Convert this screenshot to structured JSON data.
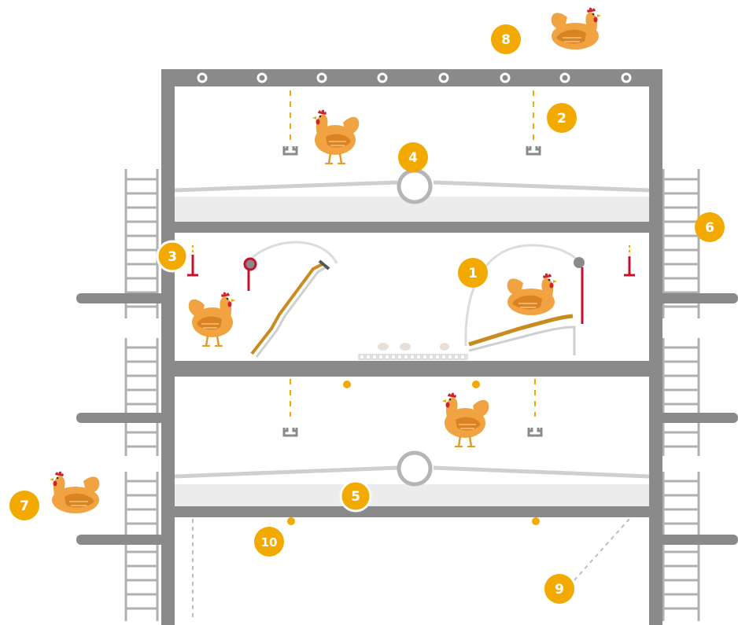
{
  "colors": {
    "frame": "#8a8a8a",
    "rail": "#cfcfcf",
    "belt": "#ececec",
    "badge": "#f2a900",
    "hen_body": "#f0a340",
    "hen_wing": "#d98322",
    "comb": "#d0222d",
    "drinker": "#c8102e",
    "feeder": "#8a8a8a",
    "dashed": "#bdbdbd",
    "nest_chute": "#c98a1e",
    "egg": "#e8e0d8"
  },
  "markers": [
    {
      "label": "1",
      "icon": "nest-box"
    },
    {
      "label": "2",
      "icon": "drinker-line"
    },
    {
      "label": "3",
      "icon": "drinker-nipple"
    },
    {
      "label": "4",
      "icon": "feed-chain"
    },
    {
      "label": "5",
      "icon": "manure-belt"
    },
    {
      "label": "6",
      "icon": "ladder"
    },
    {
      "label": "7",
      "icon": "hen-ground"
    },
    {
      "label": "8",
      "icon": "hen-top"
    },
    {
      "label": "9",
      "icon": "dashed-line"
    },
    {
      "label": "10",
      "icon": "perch-dot"
    }
  ]
}
